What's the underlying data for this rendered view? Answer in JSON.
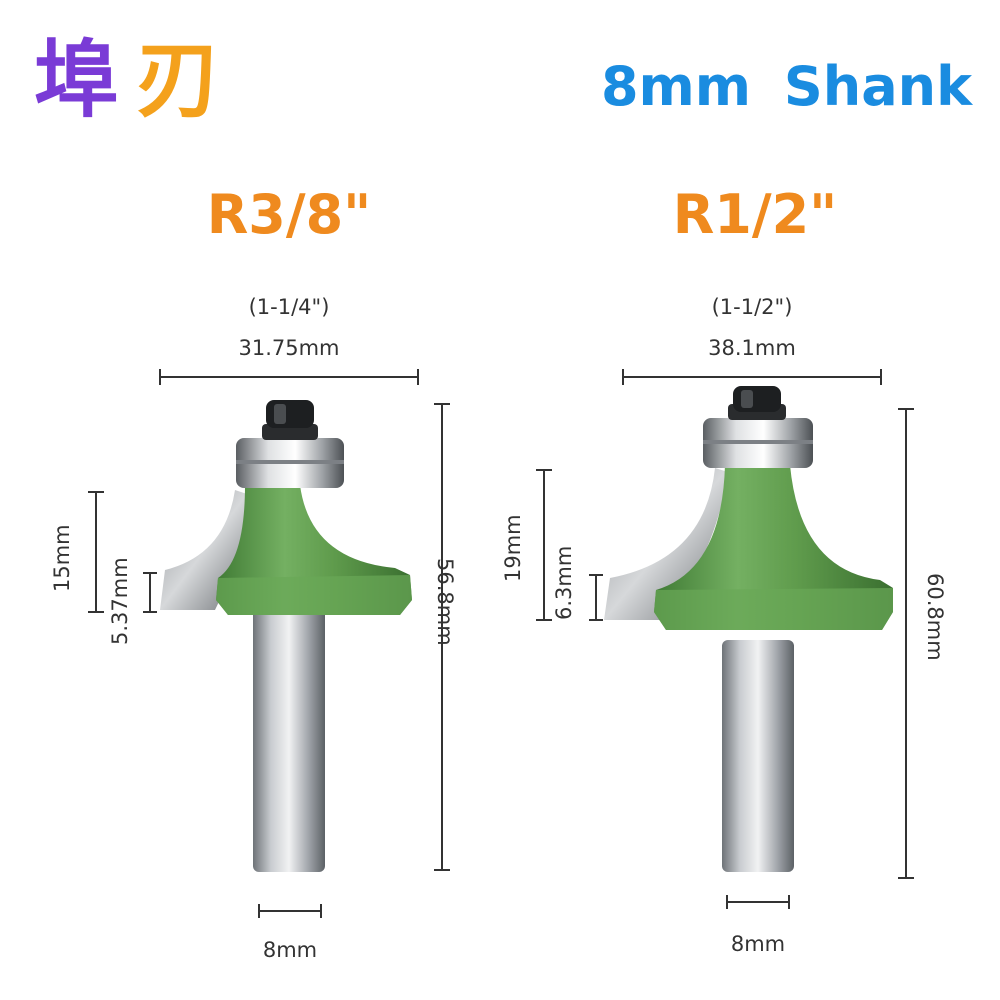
{
  "brand": {
    "logo_chars": [
      "埠",
      "刃"
    ]
  },
  "header": {
    "shank_label": "8mm Shank"
  },
  "products": [
    {
      "model": "R3/8\"",
      "width_inch": "(1-1/4\")",
      "width_mm": "31.75mm",
      "total_length": "56.8mm",
      "cutting_height": "15mm",
      "bottom_offset": "5.37mm",
      "shank_diameter": "8mm"
    },
    {
      "model": "R1/2\"",
      "width_inch": "(1-1/2\")",
      "width_mm": "38.1mm",
      "total_length": "60.8mm",
      "cutting_height": "19mm",
      "bottom_offset": "6.3mm",
      "shank_diameter": "8mm"
    }
  ],
  "colors": {
    "shank_label": "#1a8ce0",
    "model_label": "#ef8a1e",
    "router_body": "#5f9b4c",
    "dimension_line": "#333333"
  }
}
